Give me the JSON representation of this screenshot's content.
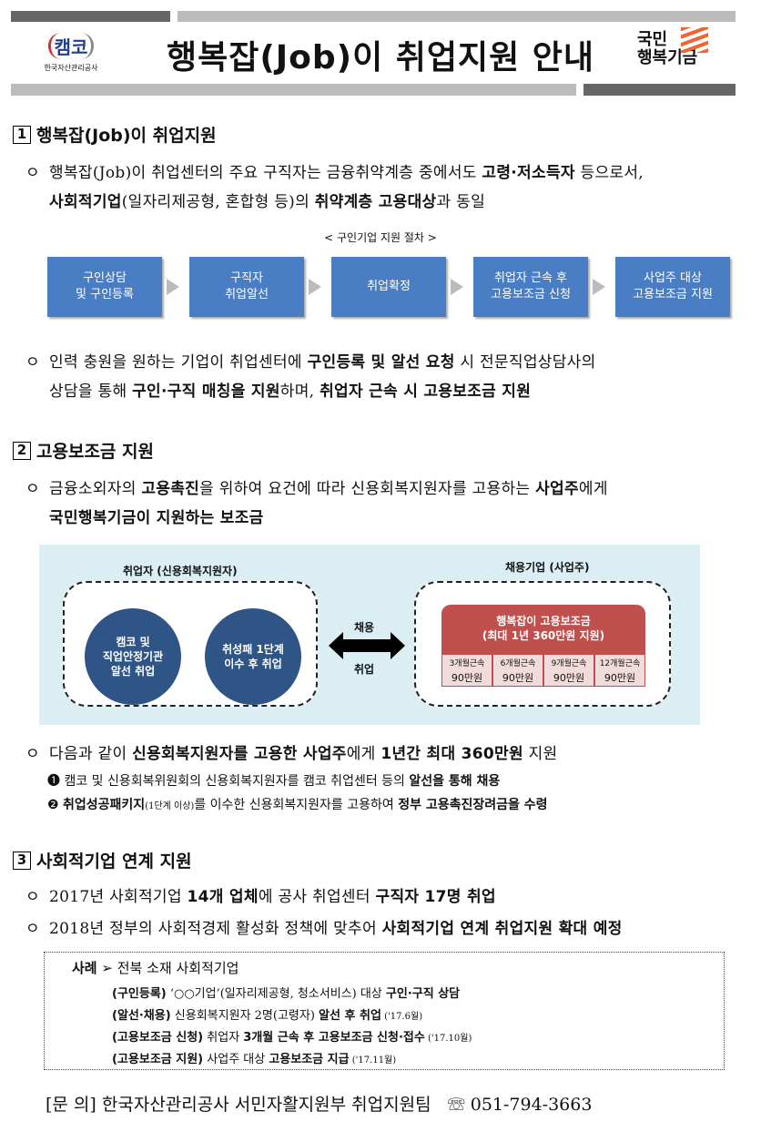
{
  "header": {
    "title": "행복잡(Job)이 취업지원 안내",
    "logo_left": "캠코",
    "logo_left_sub": "한국자산관리공사",
    "logo_right_line1": "국민",
    "logo_right_line2": "행복기금"
  },
  "s1": {
    "num": "1",
    "title": "행복잡(Job)이 취업지원",
    "p1": [
      {
        "t": "행복잡(Job)이 취업센터의 주요 구직자는 금융취약계층 중에서도 "
      },
      {
        "t": "고령·저소득자",
        "b": 1
      },
      {
        "t": " 등으로서,"
      }
    ],
    "p1b": [
      {
        "t": "사회적기업",
        "b": 1
      },
      {
        "t": "(일자리제공형, 혼합형 등)의 "
      },
      {
        "t": "취약계층 고용대상",
        "b": 1
      },
      {
        "t": "과 동일"
      }
    ],
    "flow_caption": "< 구인기업 지원 절차 >",
    "flow": [
      "구인상담\n및 구인등록",
      "구직자\n취업알선",
      "취업확정",
      "취업자 근속 후\n고용보조금 신청",
      "사업주 대상\n고용보조금 지원"
    ],
    "p2": [
      {
        "t": "인력 충원을 원하는 기업이 취업센터에 "
      },
      {
        "t": "구인등록 및 알선 요청",
        "b": 1
      },
      {
        "t": " 시 전문직업상담사의"
      }
    ],
    "p2b": [
      {
        "t": "상담을 통해 "
      },
      {
        "t": "구인·구직 매칭을 지원",
        "b": 1
      },
      {
        "t": "하며, "
      },
      {
        "t": "취업자 근속 시 고용보조금 지원",
        "b": 1
      }
    ]
  },
  "s2": {
    "num": "2",
    "title": "고용보조금 지원",
    "p1": [
      {
        "t": "금융소외자의 "
      },
      {
        "t": "고용촉진",
        "b": 1
      },
      {
        "t": "을 위하여 요건에 따라 신용회복지원자를 고용하는 "
      },
      {
        "t": "사업주",
        "b": 1
      },
      {
        "t": "에게"
      }
    ],
    "p1b": [
      {
        "t": "국민행복기금이 지원하는 보조금",
        "b": 1
      }
    ],
    "diagram": {
      "left_label": "취업자 (신용회복지원자)",
      "right_label": "채용기업 (사업주)",
      "circle1": "캠코 및\n직업안정기관\n알선 취업",
      "circle2": "취성패 1단계\n이수 후 취업",
      "arrow_top": "채용",
      "arrow_bottom": "취업",
      "red_title": "행복잡이 고용보조금\n(최대 1년 360만원 지원)",
      "cells": [
        {
          "p": "3개월근속",
          "v": "90만원"
        },
        {
          "p": "6개월근속",
          "v": "90만원"
        },
        {
          "p": "9개월근속",
          "v": "90만원"
        },
        {
          "p": "12개월근속",
          "v": "90만원"
        }
      ]
    },
    "p2": [
      {
        "t": "다음과 같이 "
      },
      {
        "t": "신용회복지원자를 고용한 사업주",
        "b": 1
      },
      {
        "t": "에게 "
      },
      {
        "t": "1년간 최대 360만원",
        "b": 1
      },
      {
        "t": " 지원"
      }
    ],
    "n1": [
      {
        "t": "❶ "
      },
      {
        "t": "캠코 및 신용회복위원회의 신용회복지원자를 캠코 취업센터 등의 "
      },
      {
        "t": "알선을 통해 채용",
        "b": 1
      }
    ],
    "n2": [
      {
        "t": "❷ "
      },
      {
        "t": "취업성공패키지",
        "b": 1
      },
      {
        "t": "(1단계 이상)",
        "s": 1
      },
      {
        "t": "를 이수한 신용회복지원자를 고용하여 "
      },
      {
        "t": "정부 고용촉진장려금을 수령",
        "b": 1
      }
    ]
  },
  "s3": {
    "num": "3",
    "title": "사회적기업 연계 지원",
    "p1": [
      {
        "t": "2017년 사회적기업 "
      },
      {
        "t": "14개 업체",
        "b": 1
      },
      {
        "t": "에 공사 취업센터 "
      },
      {
        "t": "구직자 17명 취업",
        "b": 1
      }
    ],
    "p2": [
      {
        "t": "2018년 정부의 사회적경제 활성화 정책에 맞추어 "
      },
      {
        "t": "사회적기업 연계 취업지원 확대 예정",
        "b": 1
      }
    ],
    "sample": {
      "head": [
        {
          "t": "사례",
          "b": 1
        },
        {
          "t": " ➢ 전북 소재 사회적기업"
        }
      ],
      "r1": [
        {
          "t": "(구인등록)",
          "b": 1
        },
        {
          "t": " ‘○○기업’(일자리제공형, 청소서비스) 대상 "
        },
        {
          "t": "구인·구직 상담",
          "b": 1
        }
      ],
      "r2": [
        {
          "t": "(알선·채용)",
          "b": 1
        },
        {
          "t": " 신용회복지원자 2명(고령자) "
        },
        {
          "t": "알선 후 취업",
          "b": 1
        },
        {
          "t": " ('17.6월)",
          "s": 1
        }
      ],
      "r3": [
        {
          "t": "(고용보조금 신청)",
          "b": 1
        },
        {
          "t": " 취업자 "
        },
        {
          "t": "3개월 근속 후 고용보조금 신청·접수",
          "b": 1
        },
        {
          "t": " ('17.10월)",
          "s": 1
        }
      ],
      "r4": [
        {
          "t": "(고용보조금 지원)",
          "b": 1
        },
        {
          "t": " 사업주 대상 "
        },
        {
          "t": "고용보조금 지급",
          "b": 1
        },
        {
          "t": " ('17.11월)",
          "s": 1
        }
      ]
    }
  },
  "footer": {
    "label": "[문 의]",
    "org": "한국자산관리공사 서민자활지원부 취업지원팀",
    "phone": "☏ 051-794-3663"
  }
}
